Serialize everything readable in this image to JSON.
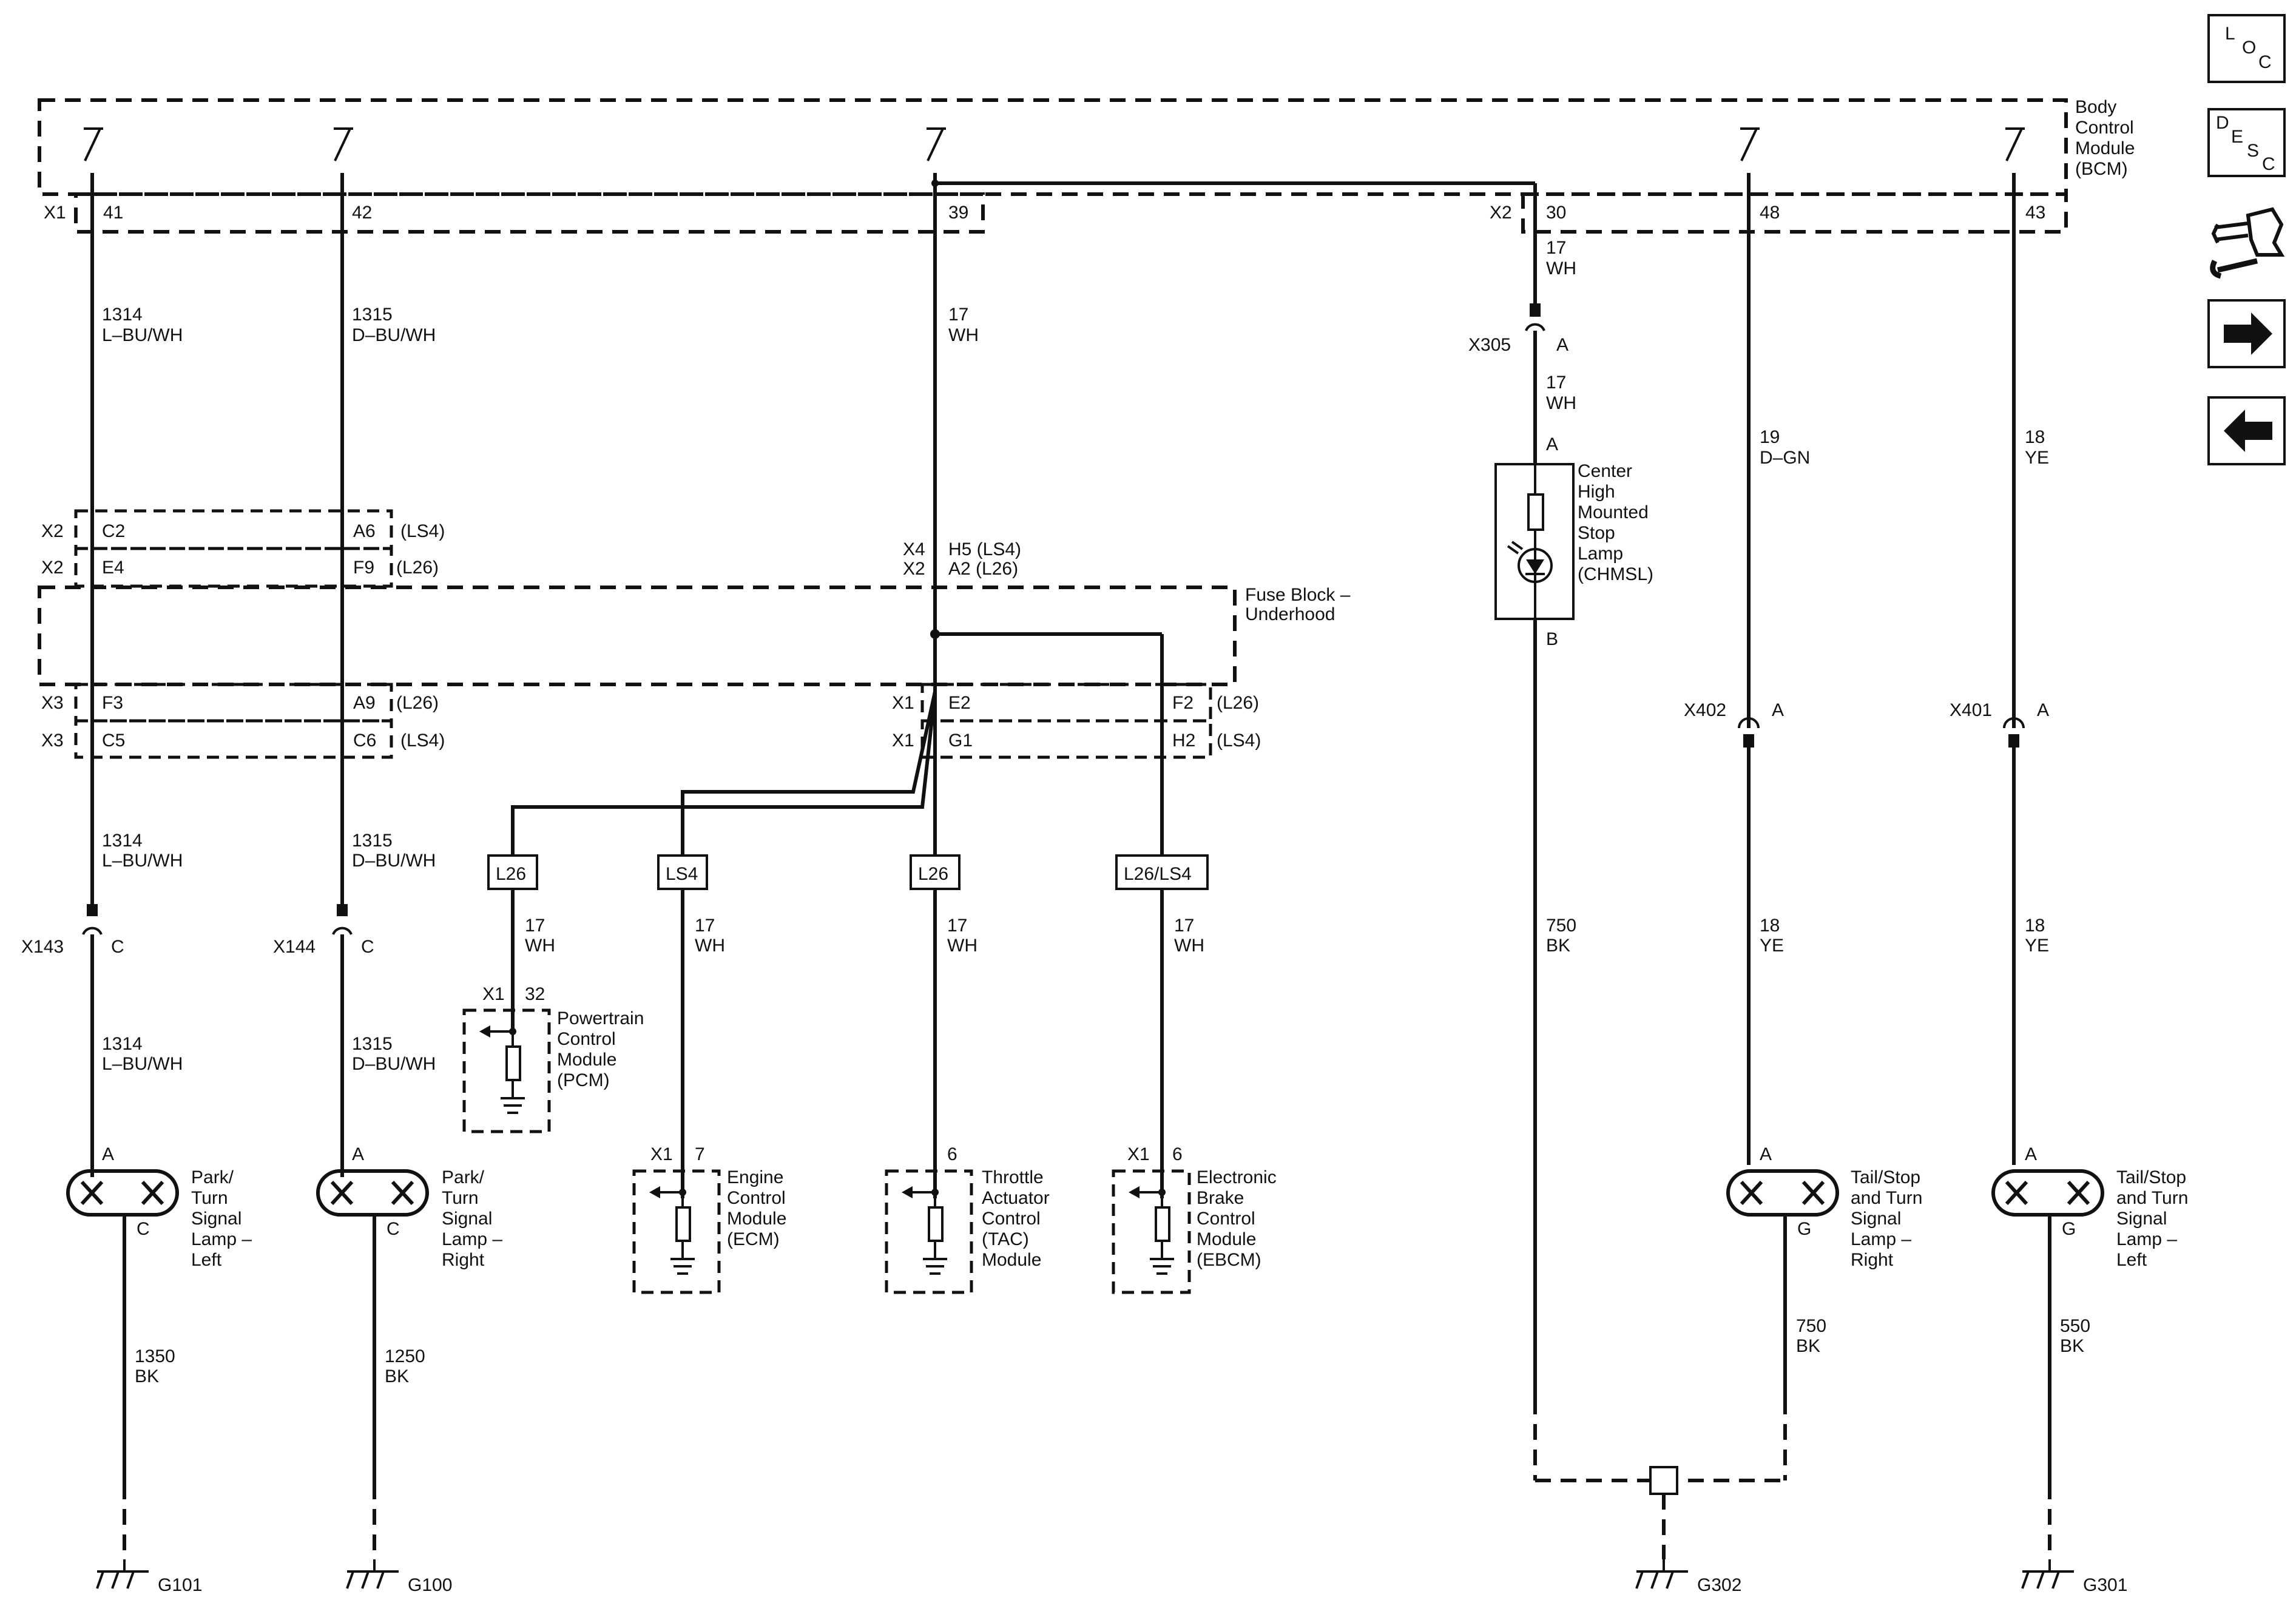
{
  "bcm": {
    "name": "Body Control Module (BCM)",
    "lines": [
      "Body",
      "Control",
      "Module",
      "(BCM)"
    ]
  },
  "fuse_block": {
    "lines": [
      "Fuse Block –",
      "Underhood"
    ]
  },
  "nav": {
    "loc": [
      "L",
      "O",
      "C"
    ],
    "desc": [
      "D",
      "E",
      "S",
      "C"
    ],
    "icons": [
      "connector-wrench-icon",
      "arrow-right-icon",
      "arrow-left-icon"
    ]
  },
  "connectors": {
    "x1": "X1",
    "x2": "X2",
    "x3": "X3",
    "x4": "X4",
    "x143": "X143",
    "x144": "X144",
    "x305": "X305",
    "x401": "X401",
    "x402": "X402"
  },
  "pins": {
    "p41": "41",
    "p42": "42",
    "p39": "39",
    "p30": "30",
    "p48": "48",
    "p43": "43",
    "c2": "C2",
    "a6": "A6",
    "e4": "E4",
    "f9": "F9",
    "h5": "H5 (LS4)",
    "a2": "A2 (L26)",
    "f3": "F3",
    "a9": "A9",
    "c5": "C5",
    "c6": "C6",
    "e2": "E2",
    "f2": "F2",
    "g1": "G1",
    "h2": "H2",
    "c": "C",
    "a": "A",
    "b": "B",
    "g": "G",
    "p32": "32",
    "p7": "7",
    "p6": "6"
  },
  "options": {
    "ls4": "(LS4)",
    "l26": "(L26)"
  },
  "option_tags": [
    "L26",
    "LS4",
    "L26",
    "L26/LS4"
  ],
  "wires": {
    "w1314": [
      "1314",
      "L–BU/WH"
    ],
    "w1315": [
      "1315",
      "D–BU/WH"
    ],
    "w17": [
      "17",
      "WH"
    ],
    "w19": [
      "19",
      "D–GN"
    ],
    "w18": [
      "18",
      "YE"
    ],
    "w750": [
      "750",
      "BK"
    ],
    "w1350": [
      "1350",
      "BK"
    ],
    "w1250": [
      "1250",
      "BK"
    ],
    "w550": [
      "550",
      "BK"
    ]
  },
  "components": {
    "chmsl": [
      "Center",
      "High",
      "Mounted",
      "Stop",
      "Lamp",
      "(CHMSL)"
    ],
    "pcm": [
      "Powertrain",
      "Control",
      "Module",
      "(PCM)"
    ],
    "ecm": [
      "Engine",
      "Control",
      "Module",
      "(ECM)"
    ],
    "tac": [
      "Throttle",
      "Actuator",
      "Control",
      "(TAC)",
      "Module"
    ],
    "ebcm": [
      "Electronic",
      "Brake",
      "Control",
      "Module",
      "(EBCM)"
    ],
    "lamp_left": [
      "Park/",
      "Turn",
      "Signal",
      "Lamp –",
      "Left"
    ],
    "lamp_right": [
      "Park/",
      "Turn",
      "Signal",
      "Lamp –",
      "Right"
    ],
    "tail_right": [
      "Tail/Stop",
      "and Turn",
      "Signal",
      "Lamp –",
      "Right"
    ],
    "tail_left": [
      "Tail/Stop",
      "and Turn",
      "Signal",
      "Lamp –",
      "Left"
    ]
  },
  "grounds": {
    "g101": "G101",
    "g100": "G100",
    "g302": "G302",
    "g301": "G301"
  }
}
